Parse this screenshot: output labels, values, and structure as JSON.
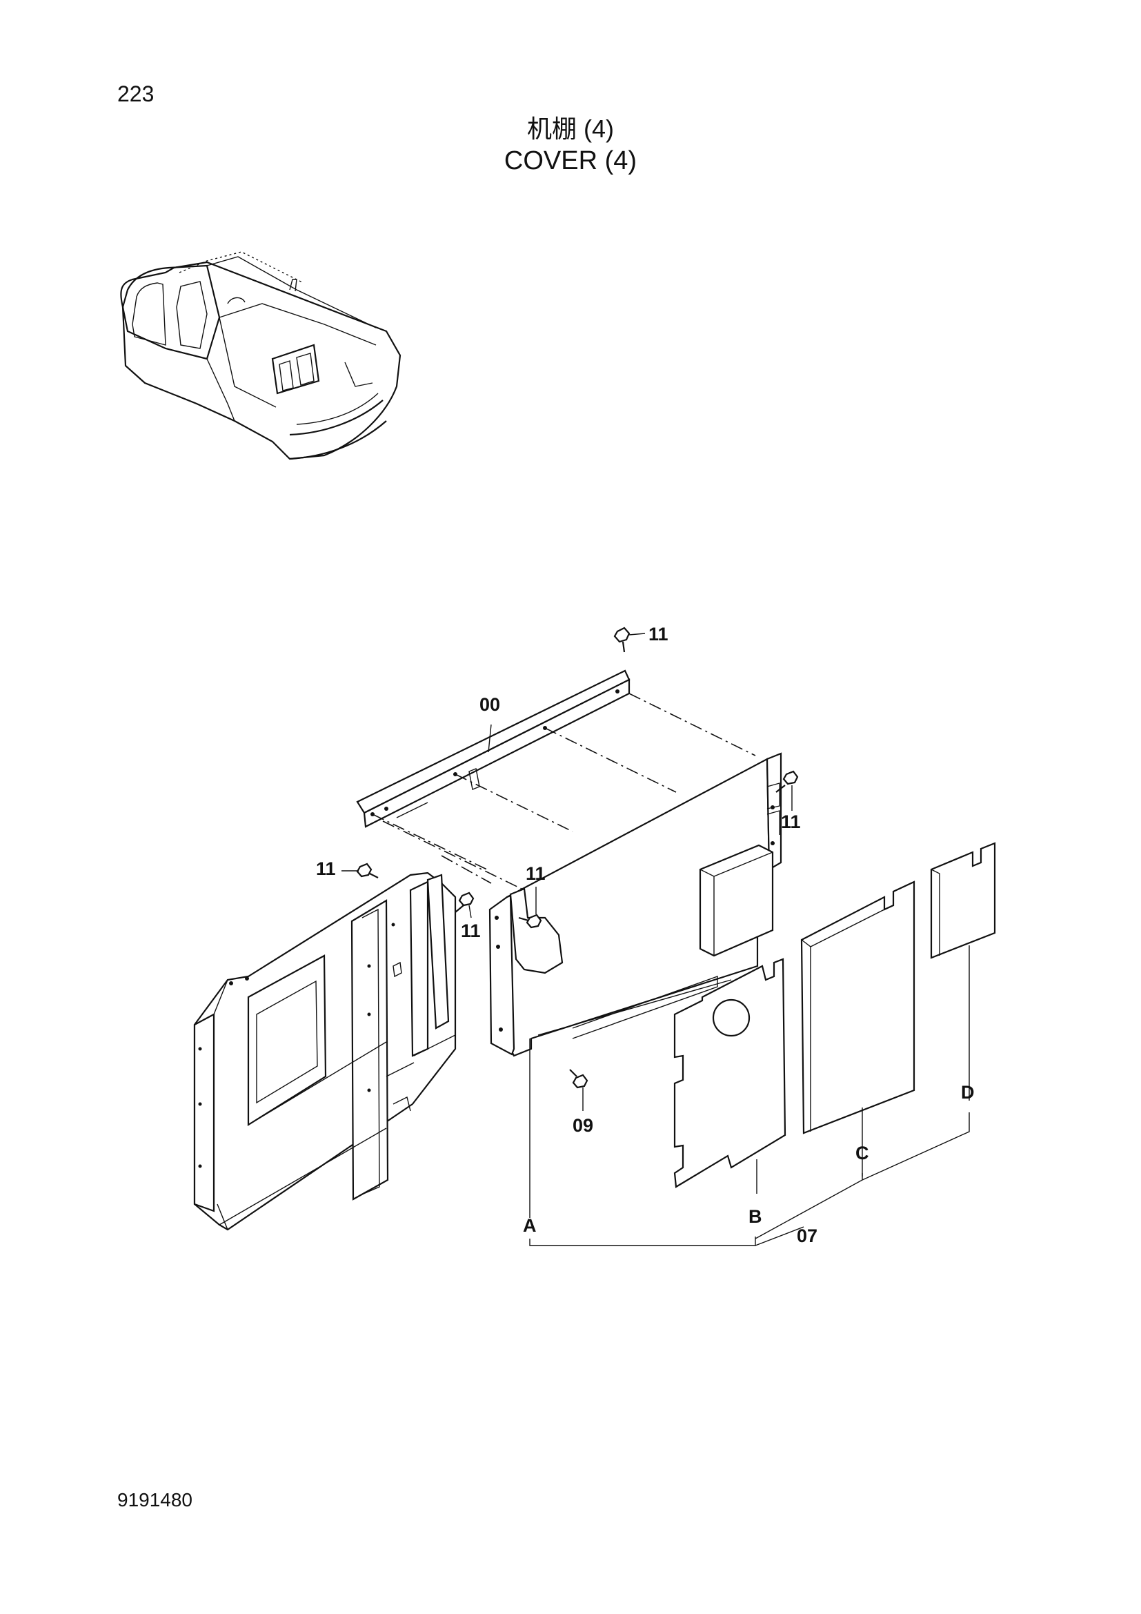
{
  "page_number": "223",
  "title_zh": "机棚 (4)",
  "title_en": "COVER (4)",
  "document_number": "9191480",
  "callouts": {
    "c00": "00",
    "c11_top": "11",
    "c11_right": "11",
    "c11_left": "11",
    "c11_mid": "11",
    "c11_bracket": "11",
    "c09": "09",
    "cA": "A",
    "cB": "B",
    "cC": "C",
    "cD": "D",
    "c07": "07"
  }
}
